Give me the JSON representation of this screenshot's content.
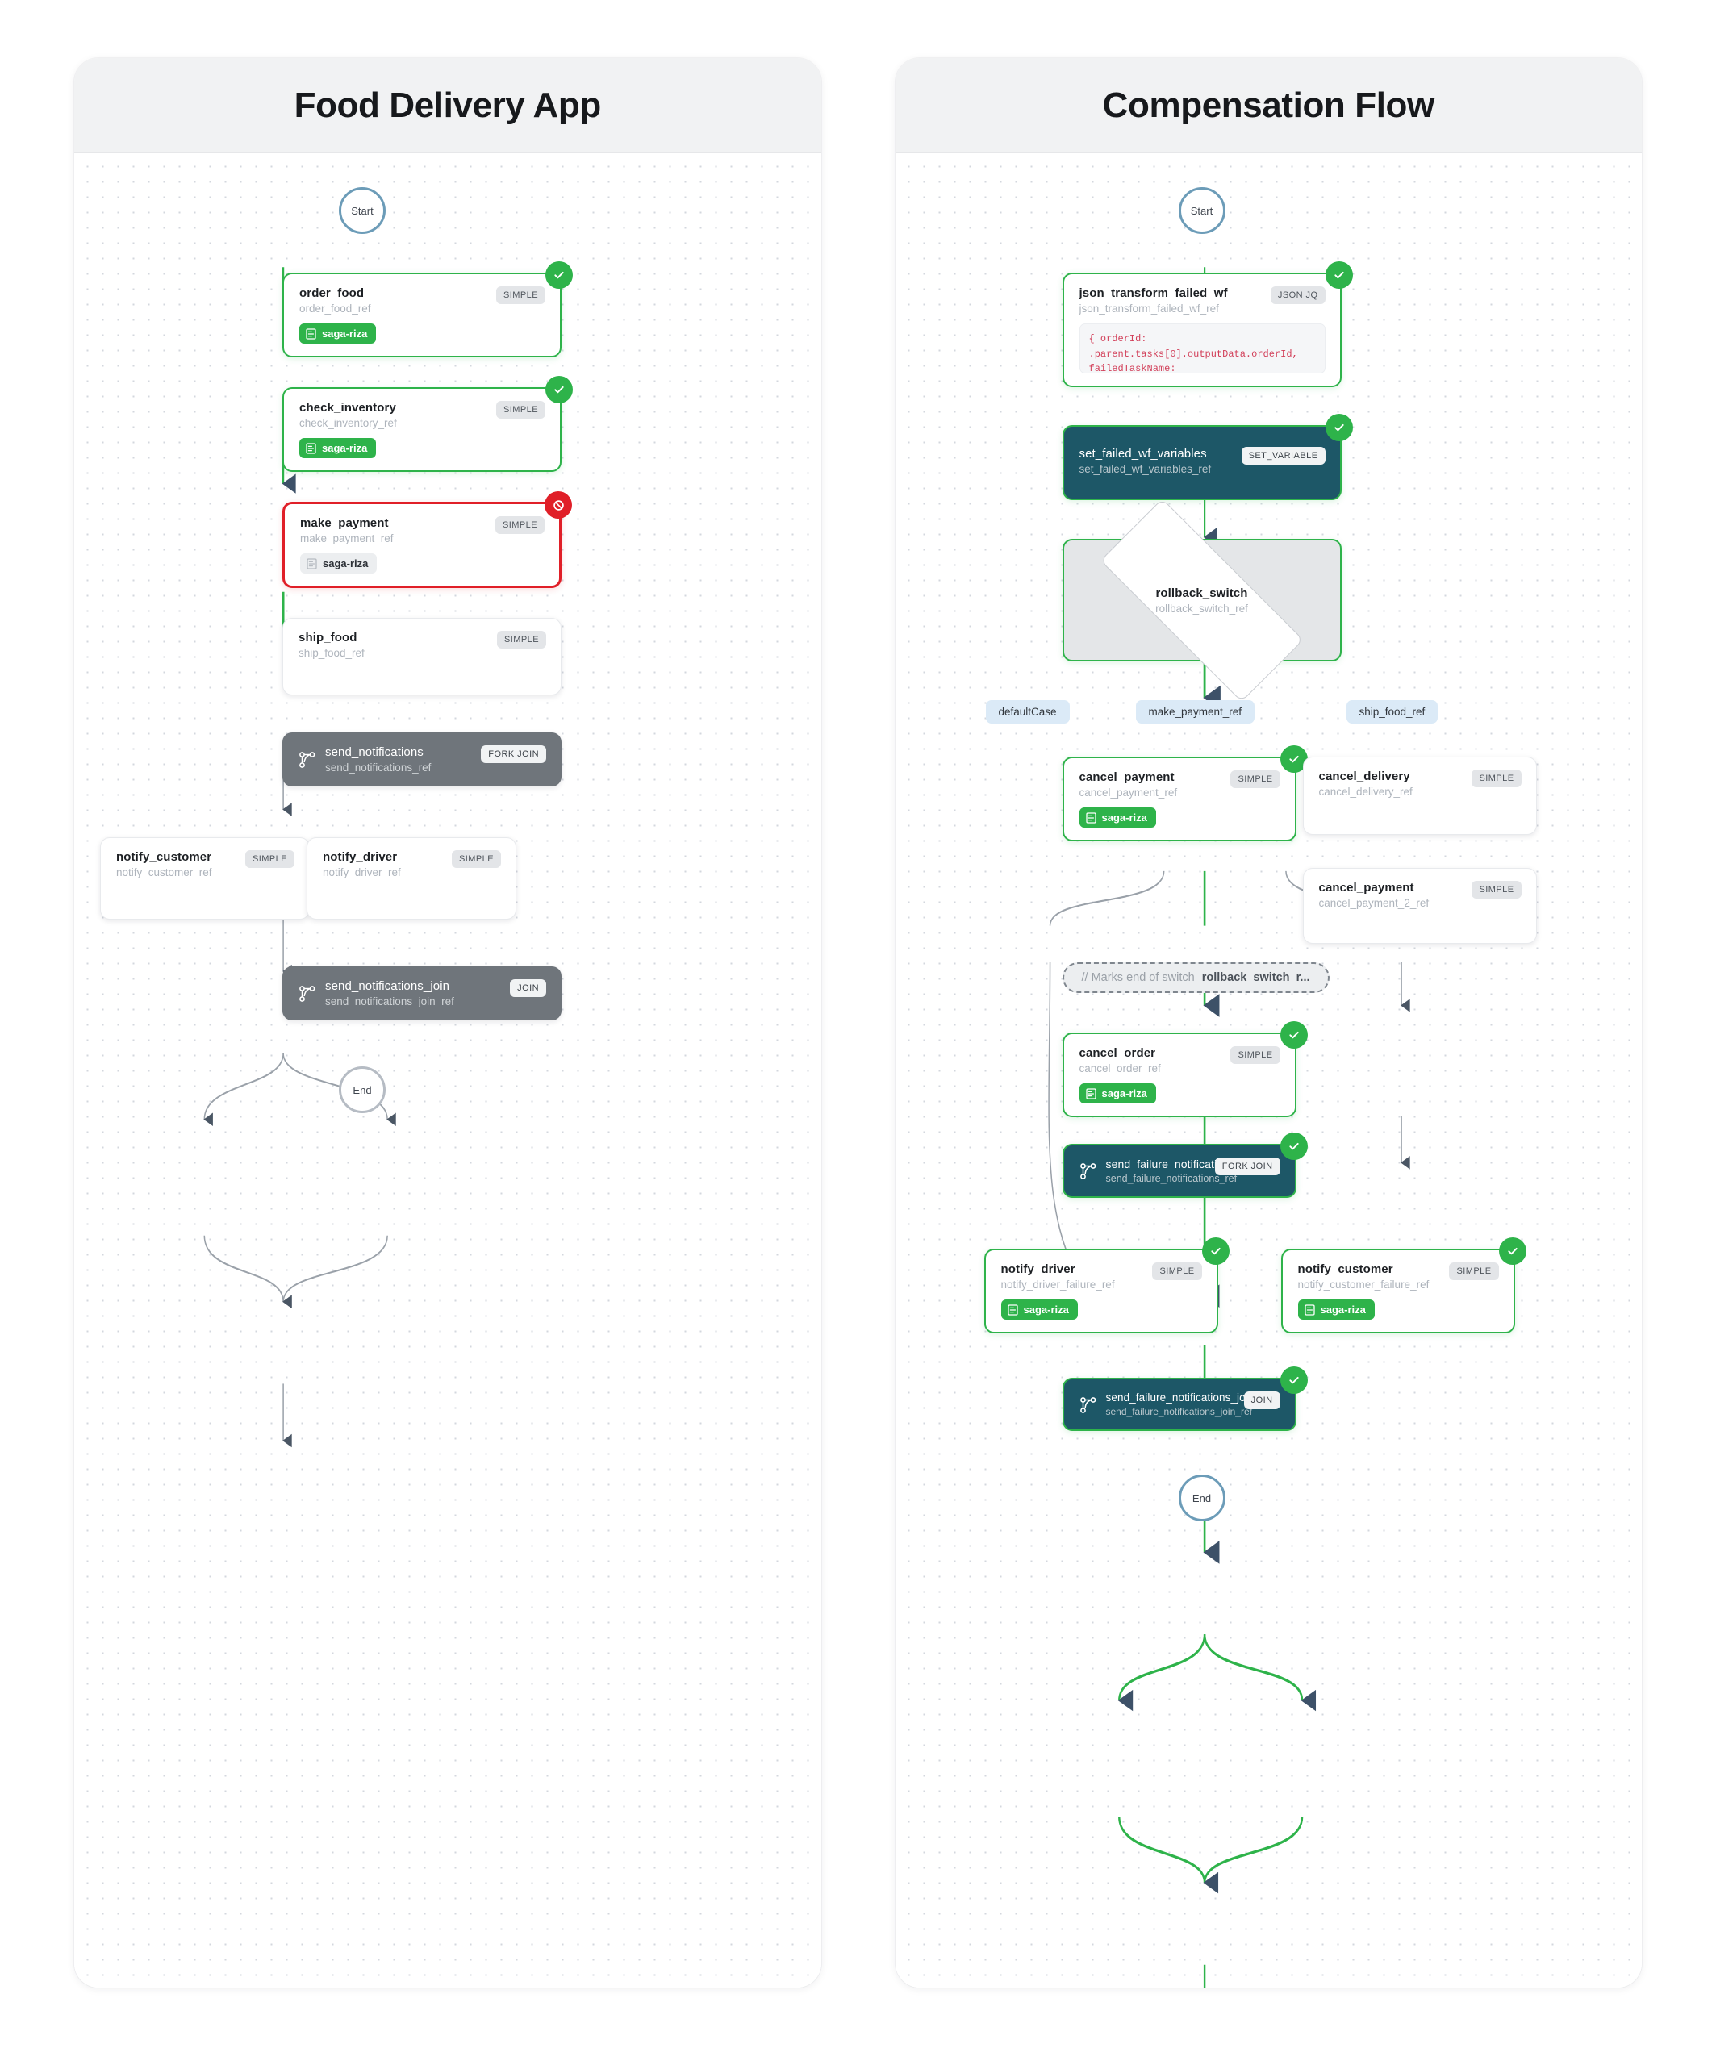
{
  "panels": [
    {
      "id": "food-delivery",
      "title": "Food Delivery App",
      "nodes": {
        "start": {
          "label": "Start"
        },
        "order_food": {
          "name": "order_food",
          "ref": "order_food_ref",
          "type": "SIMPLE",
          "badge": "saga-riza",
          "status": "success"
        },
        "check_inventory": {
          "name": "check_inventory",
          "ref": "check_inventory_ref",
          "type": "SIMPLE",
          "badge": "saga-riza",
          "status": "success"
        },
        "make_payment": {
          "name": "make_payment",
          "ref": "make_payment_ref",
          "type": "SIMPLE",
          "badge": "saga-riza",
          "status": "failed"
        },
        "ship_food": {
          "name": "ship_food",
          "ref": "ship_food_ref",
          "type": "SIMPLE",
          "status": "pending"
        },
        "send_notifications": {
          "name": "send_notifications",
          "ref": "send_notifications_ref",
          "type": "FORK JOIN",
          "status": "pending"
        },
        "notify_customer": {
          "name": "notify_customer",
          "ref": "notify_customer_ref",
          "type": "SIMPLE",
          "status": "pending"
        },
        "notify_driver": {
          "name": "notify_driver",
          "ref": "notify_driver_ref",
          "type": "SIMPLE",
          "status": "pending"
        },
        "send_notifications_join": {
          "name": "send_notifications_join",
          "ref": "send_notifications_join_ref",
          "type": "JOIN",
          "status": "pending"
        },
        "end": {
          "label": "End"
        }
      }
    },
    {
      "id": "compensation-flow",
      "title": "Compensation Flow",
      "nodes": {
        "start": {
          "label": "Start"
        },
        "json_transform": {
          "name": "json_transform_failed_wf",
          "ref": "json_transform_failed_wf_ref",
          "type": "JSON JQ",
          "status": "success",
          "code": "{ orderId:\n.parent.tasks[0].outputData.orderId,\nfailedTaskName:"
        },
        "set_failed_wf_variables": {
          "name": "set_failed_wf_variables",
          "ref": "set_failed_wf_variables_ref",
          "type": "SET_VARIABLE",
          "status": "success"
        },
        "rollback_switch": {
          "name": "rollback_switch",
          "ref": "rollback_switch_ref",
          "status": "success"
        },
        "branches": [
          {
            "label": "defaultCase"
          },
          {
            "label": "make_payment_ref"
          },
          {
            "label": "ship_food_ref"
          }
        ],
        "cancel_payment": {
          "name": "cancel_payment",
          "ref": "cancel_payment_ref",
          "type": "SIMPLE",
          "badge": "saga-riza",
          "status": "success"
        },
        "cancel_delivery": {
          "name": "cancel_delivery",
          "ref": "cancel_delivery_ref",
          "type": "SIMPLE",
          "status": "pending"
        },
        "cancel_payment_2": {
          "name": "cancel_payment",
          "ref": "cancel_payment_2_ref",
          "type": "SIMPLE",
          "status": "pending"
        },
        "switch_end": {
          "comment": "// Marks end of switch",
          "ref": "rollback_switch_r..."
        },
        "cancel_order": {
          "name": "cancel_order",
          "ref": "cancel_order_ref",
          "type": "SIMPLE",
          "badge": "saga-riza",
          "status": "success"
        },
        "send_failure_notifications": {
          "name": "send_failure_notifications",
          "ref": "send_failure_notifications_ref",
          "type": "FORK JOIN",
          "status": "success"
        },
        "notify_driver": {
          "name": "notify_driver",
          "ref": "notify_driver_failure_ref",
          "type": "SIMPLE",
          "badge": "saga-riza",
          "status": "success"
        },
        "notify_customer": {
          "name": "notify_customer",
          "ref": "notify_customer_failure_ref",
          "type": "SIMPLE",
          "badge": "saga-riza",
          "status": "success"
        },
        "send_failure_notifications_join": {
          "name": "send_failure_notifications_join",
          "ref": "send_failure_notifications_join_ref",
          "type": "JOIN",
          "status": "success"
        },
        "end": {
          "label": "End"
        }
      }
    }
  ],
  "colors": {
    "success": "#2eb34a",
    "error": "#e01f28",
    "dark_node": "#1d5767",
    "grey_node": "#6f757b",
    "branch_pill": "#dbeaf7",
    "start_ring": "#6c9cb8",
    "end_ring": "#b6bcc4",
    "edge_active": "#2eb34a",
    "edge_idle": "#9aa1a9"
  }
}
